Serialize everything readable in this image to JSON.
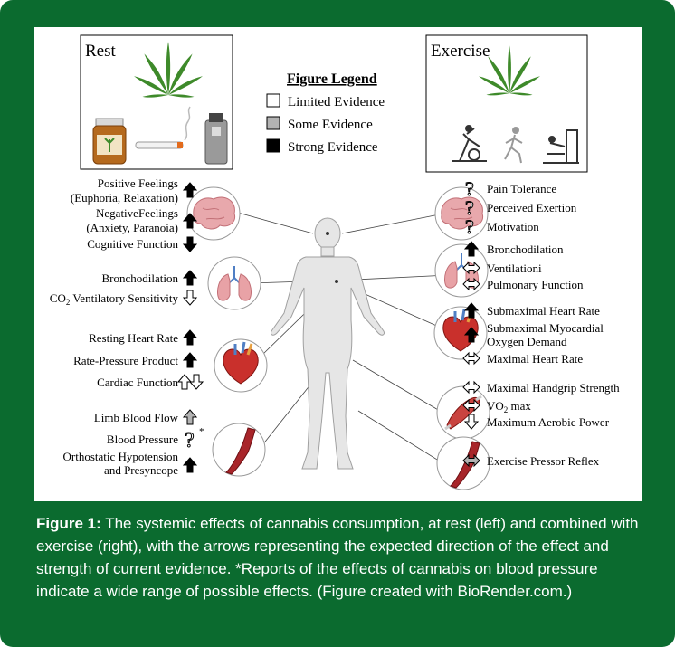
{
  "panels": {
    "rest": {
      "title": "Rest"
    },
    "exercise": {
      "title": "Exercise"
    }
  },
  "legend": {
    "title": "Figure Legend",
    "items": [
      {
        "label": "Limited Evidence",
        "fill": "#ffffff"
      },
      {
        "label": "Some Evidence",
        "fill": "#b3b3b3"
      },
      {
        "label": "Strong Evidence",
        "fill": "#000000"
      }
    ]
  },
  "rest_effects": {
    "brain": {
      "positive_1": "Positive Feelings",
      "positive_2": "(Euphoria, Relaxation)",
      "negative_1": "NegativeFeelings",
      "negative_2": "(Anxiety, Paranoia)",
      "cognitive": "Cognitive Function"
    },
    "lungs": {
      "bronchodilation": "Bronchodilation",
      "co2_prefix": "CO",
      "co2_sub": "2",
      "co2_suffix": " Ventilatory Sensitivity"
    },
    "heart": {
      "resting_hr": "Resting Heart Rate",
      "rpp": "Rate-Pressure Product",
      "cardiac": "Cardiac Function"
    },
    "vessel": {
      "limb": "Limb Blood Flow",
      "bp": "Blood Pressure",
      "bp_mark": "*",
      "ortho_1": "Orthostatic Hypotension",
      "ortho_2": "and Presyncope"
    }
  },
  "exercise_effects": {
    "brain": {
      "pain": "Pain Tolerance",
      "exertion": "Perceived Exertion",
      "motivation": "Motivation"
    },
    "lungs": {
      "bronchodilation": "Bronchodilation",
      "ventilation": "Ventilationi",
      "pulmonary": "Pulmonary Function"
    },
    "heart": {
      "sub_hr": "Submaximal Heart Rate",
      "sub_mvo2_1": "Submaximal Myocardial",
      "sub_mvo2_2": "Oxygen Demand",
      "max_hr": "Maximal Heart Rate"
    },
    "muscle": {
      "handgrip": "Maximal Handgrip Strength",
      "vo2_prefix": "VO",
      "vo2_sub": "2",
      "vo2_suffix": " max",
      "aerobic": "Maximum Aerobic Power"
    },
    "vessel": {
      "pressor": "Exercise Pressor Reflex"
    }
  },
  "caption": {
    "label": "Figure 1:",
    "text": " The systemic effects of cannabis consumption, at rest (left) and combined with exercise (right), with the arrows representing the expected direction of the effect and strength of current evidence. *Reports of the effects of cannabis on blood pressure indicate a wide range of possible effects. (Figure created with BioRender.com.)"
  }
}
